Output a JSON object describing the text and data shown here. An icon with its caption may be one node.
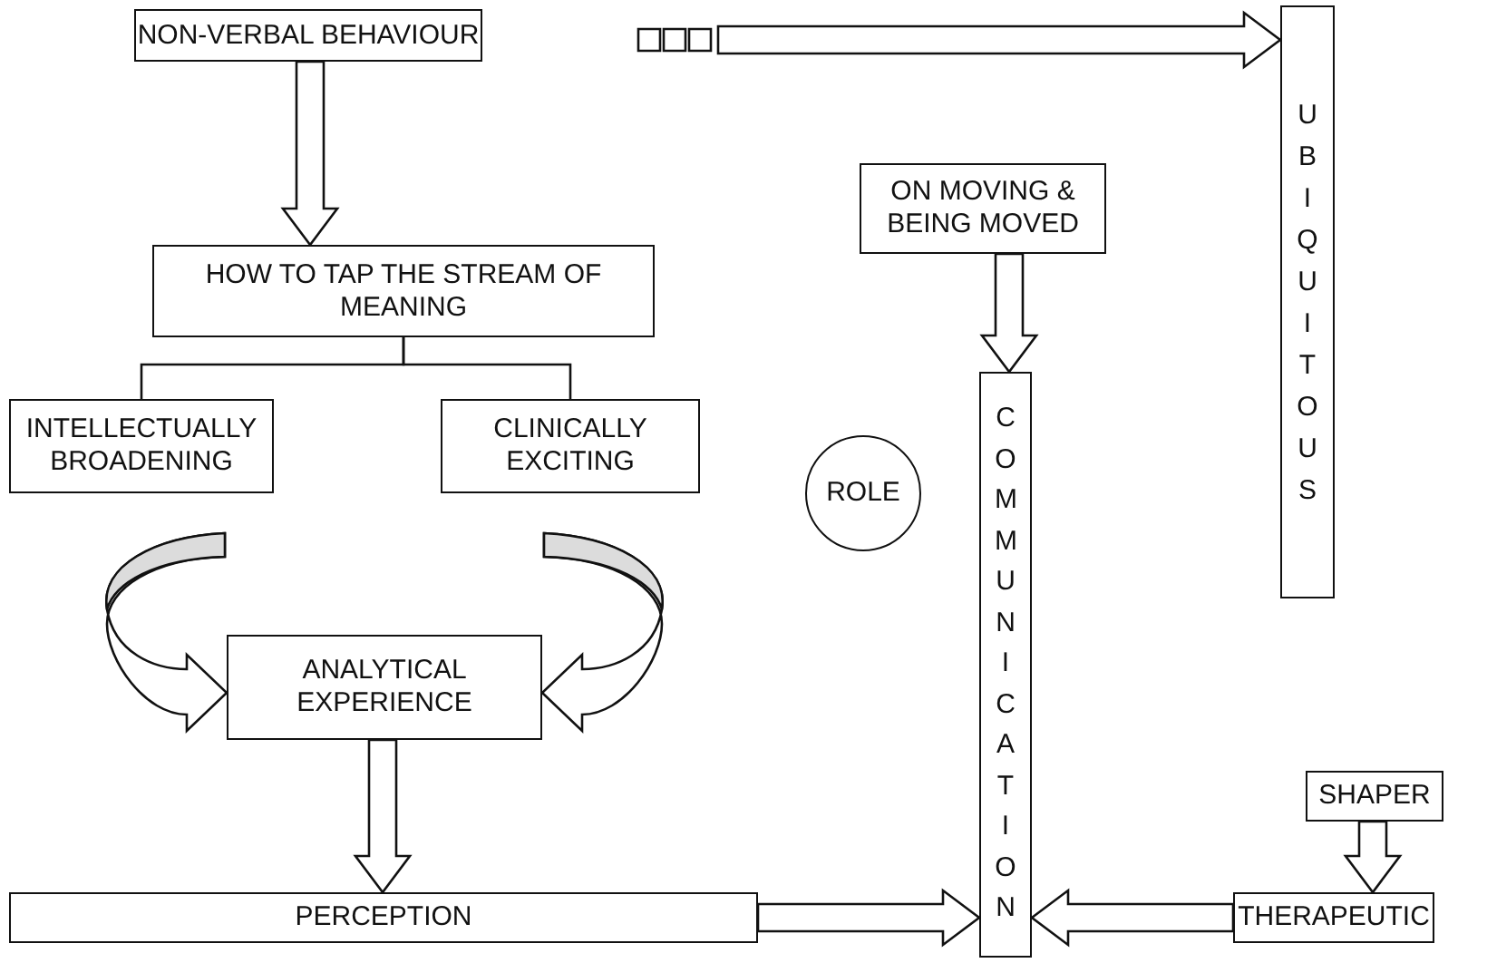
{
  "diagram": {
    "nodes": [
      {
        "text": [
          "NON-VERBAL BEHAVIOUR"
        ]
      },
      {
        "text": [
          "UBIQUITOUS"
        ]
      },
      {
        "text": [
          "ON MOVING & BEING MOVED"
        ]
      },
      {
        "text": [
          "HOW TO TAP THE STREAM OF MEANING"
        ]
      },
      {
        "text": [
          "INTELLECTUALLY BROADENING"
        ]
      },
      {
        "text": [
          "CLINICALLY EXCITING"
        ]
      },
      {
        "text": [
          "ROLE"
        ]
      },
      {
        "text": [
          "COMMUNICATION"
        ]
      },
      {
        "text": [
          "ANALYTICAL EXPERIENCE"
        ]
      },
      {
        "text": [
          "SHAPER"
        ]
      },
      {
        "text": [
          "PERCEPTION"
        ]
      },
      {
        "text": [
          "THERAPEUTIC"
        ]
      }
    ],
    "edges": [
      {
        "from": null,
        "to": 1,
        "arrow": "to"
      },
      {
        "from": 0,
        "to": 3,
        "arrow": "to"
      },
      {
        "from": 3,
        "to": 4,
        "arrow": "none"
      },
      {
        "from": 3,
        "to": 5,
        "arrow": "none"
      },
      {
        "from": 2,
        "to": 7,
        "arrow": "to"
      },
      {
        "from": 4,
        "to": 8,
        "arrow": "to"
      },
      {
        "from": 5,
        "to": 8,
        "arrow": "to"
      },
      {
        "from": 8,
        "to": 10,
        "arrow": "to"
      },
      {
        "from": 10,
        "to": 7,
        "arrow": "to"
      },
      {
        "from": 11,
        "to": 7,
        "arrow": "to"
      },
      {
        "from": 9,
        "to": 11,
        "arrow": "to"
      }
    ]
  }
}
